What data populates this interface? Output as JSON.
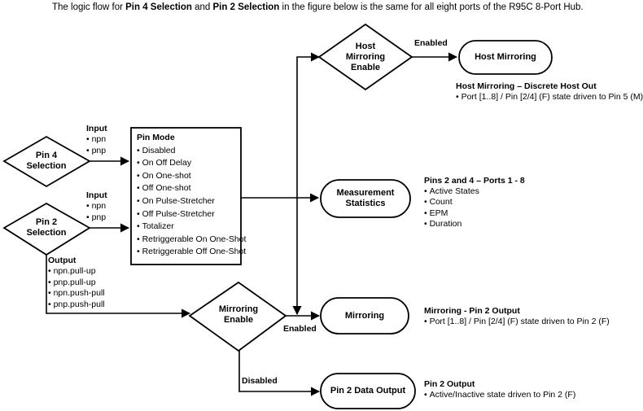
{
  "caption": {
    "pre": "The logic flow for ",
    "b1": "Pin 4 Selection",
    "mid": " and ",
    "b2": "Pin 2 Selection",
    "post": " in the figure below is the same for all eight ports of the R95C 8-Port Hub."
  },
  "nodes": {
    "pin4_selection": "Pin 4\nSelection",
    "pin4_line1": "Pin 4",
    "pin4_line2": "Selection",
    "pin2_line1": "Pin 2",
    "pin2_line2": "Selection",
    "host_mirroring_enable_l1": "Host",
    "host_mirroring_enable_l2": "Mirroring",
    "host_mirroring_enable_l3": "Enable",
    "host_mirroring": "Host Mirroring",
    "measurement_l1": "Measurement",
    "measurement_l2": "Statistics",
    "mirroring_enable_l1": "Mirroring",
    "mirroring_enable_l2": "Enable",
    "mirroring": "Mirroring",
    "pin2_data_output": "Pin 2 Data Output"
  },
  "edge_labels": {
    "host_enabled": "Enabled",
    "mirroring_enabled": "Enabled",
    "mirroring_disabled": "Disabled"
  },
  "input_pin4": {
    "title": "Input",
    "items": [
      "npn",
      "pnp"
    ]
  },
  "input_pin2": {
    "title": "Input",
    "items": [
      "npn",
      "pnp"
    ]
  },
  "output_pin2": {
    "title": "Output",
    "items": [
      "npn.pull-up",
      "pnp.pull-up",
      "npn.push-pull",
      "pnp.push-pull"
    ]
  },
  "pin_mode": {
    "title": "Pin Mode",
    "items": [
      "Disabled",
      "On Off Delay",
      "On One-shot",
      "Off One-shot",
      "On Pulse-Stretcher",
      "Off Pulse-Stretcher",
      "Totalizer",
      "Retriggerable On One-Shot",
      "Retriggerable Off One-Shot"
    ]
  },
  "annotations": {
    "host_mirroring": {
      "title": "Host Mirroring – Discrete Host Out",
      "items": [
        "Port [1..8] / Pin [2/4] (F) state driven to Pin 5 (M)"
      ]
    },
    "measurement": {
      "title": "Pins 2 and 4 – Ports 1 - 8",
      "items": [
        "Active States",
        "Count",
        "EPM",
        "Duration"
      ]
    },
    "mirroring": {
      "title": "Mirroring - Pin 2 Output",
      "items": [
        "Port [1..8] / Pin [2/4] (F) state driven to Pin 2 (F)"
      ]
    },
    "pin2_output": {
      "title": "Pin 2 Output",
      "items": [
        "Active/Inactive state driven to Pin 2 (F)"
      ]
    }
  },
  "colors": {
    "stroke": "#000000",
    "fill": "#ffffff",
    "text": "#000000"
  }
}
